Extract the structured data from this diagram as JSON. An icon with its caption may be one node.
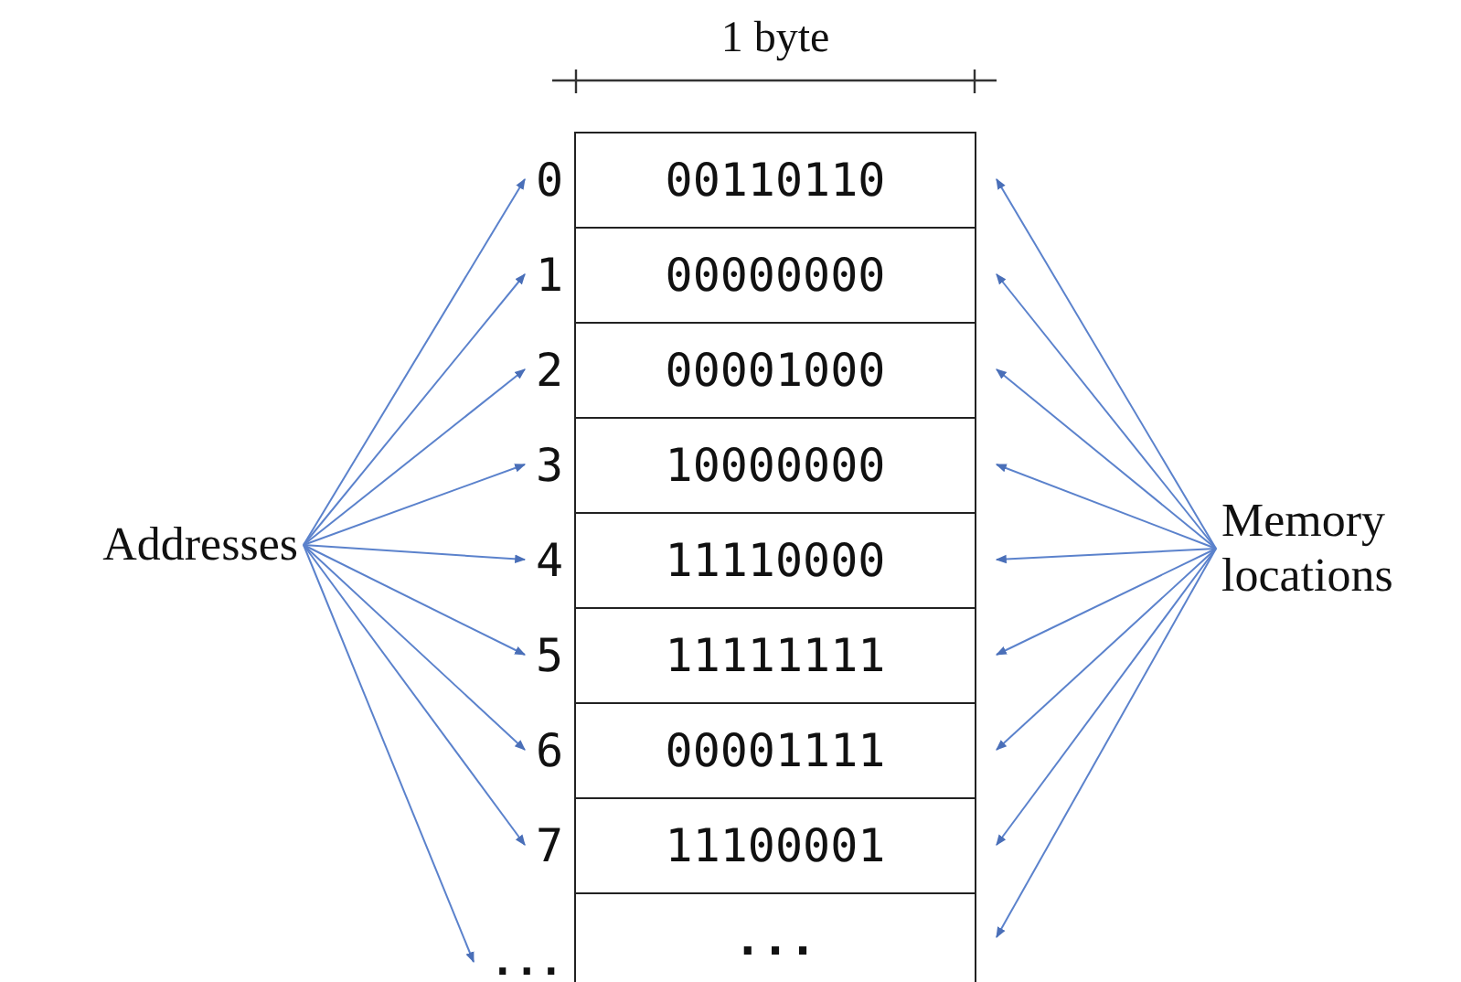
{
  "diagram": {
    "nodes": [
      {
        "text": [
          "Addresses"
        ]
      },
      {
        "text": [
          "0"
        ]
      },
      {
        "text": [
          "1"
        ]
      },
      {
        "text": [
          "2"
        ]
      },
      {
        "text": [
          "3"
        ]
      },
      {
        "text": [
          "4"
        ]
      },
      {
        "text": [
          "5"
        ]
      },
      {
        "text": [
          "6"
        ]
      },
      {
        "text": [
          "7"
        ]
      },
      {
        "text": [
          "..."
        ]
      },
      {
        "text": [
          "00110110"
        ]
      },
      {
        "text": [
          "00000000"
        ]
      },
      {
        "text": [
          "00001000"
        ]
      },
      {
        "text": [
          "10000000"
        ]
      },
      {
        "text": [
          "11110000"
        ]
      },
      {
        "text": [
          "11111111"
        ]
      },
      {
        "text": [
          "00001111"
        ]
      },
      {
        "text": [
          "11100001"
        ]
      },
      {
        "text": [
          "..."
        ]
      },
      {
        "text": [
          "Memory locations"
        ]
      }
    ],
    "edges": [
      {
        "from": 0,
        "to": 1,
        "arrow": "to"
      },
      {
        "from": 0,
        "to": 2,
        "arrow": "to"
      },
      {
        "from": 0,
        "to": 3,
        "arrow": "to"
      },
      {
        "from": 0,
        "to": 4,
        "arrow": "to"
      },
      {
        "from": 0,
        "to": 5,
        "arrow": "to"
      },
      {
        "from": 0,
        "to": 6,
        "arrow": "to"
      },
      {
        "from": 0,
        "to": 7,
        "arrow": "to"
      },
      {
        "from": 0,
        "to": 8,
        "arrow": "to"
      },
      {
        "from": 0,
        "to": 9,
        "arrow": "to"
      },
      {
        "from": 19,
        "to": 10,
        "arrow": "to"
      },
      {
        "from": 19,
        "to": 11,
        "arrow": "to"
      },
      {
        "from": 19,
        "to": 12,
        "arrow": "to"
      },
      {
        "from": 19,
        "to": 13,
        "arrow": "to"
      },
      {
        "from": 19,
        "to": 14,
        "arrow": "to"
      },
      {
        "from": 19,
        "to": 15,
        "arrow": "to"
      },
      {
        "from": 19,
        "to": 16,
        "arrow": "to"
      },
      {
        "from": 19,
        "to": 17,
        "arrow": "to"
      },
      {
        "from": 19,
        "to": 18,
        "arrow": "to"
      }
    ],
    "labels": [
      "1 byte"
    ]
  }
}
